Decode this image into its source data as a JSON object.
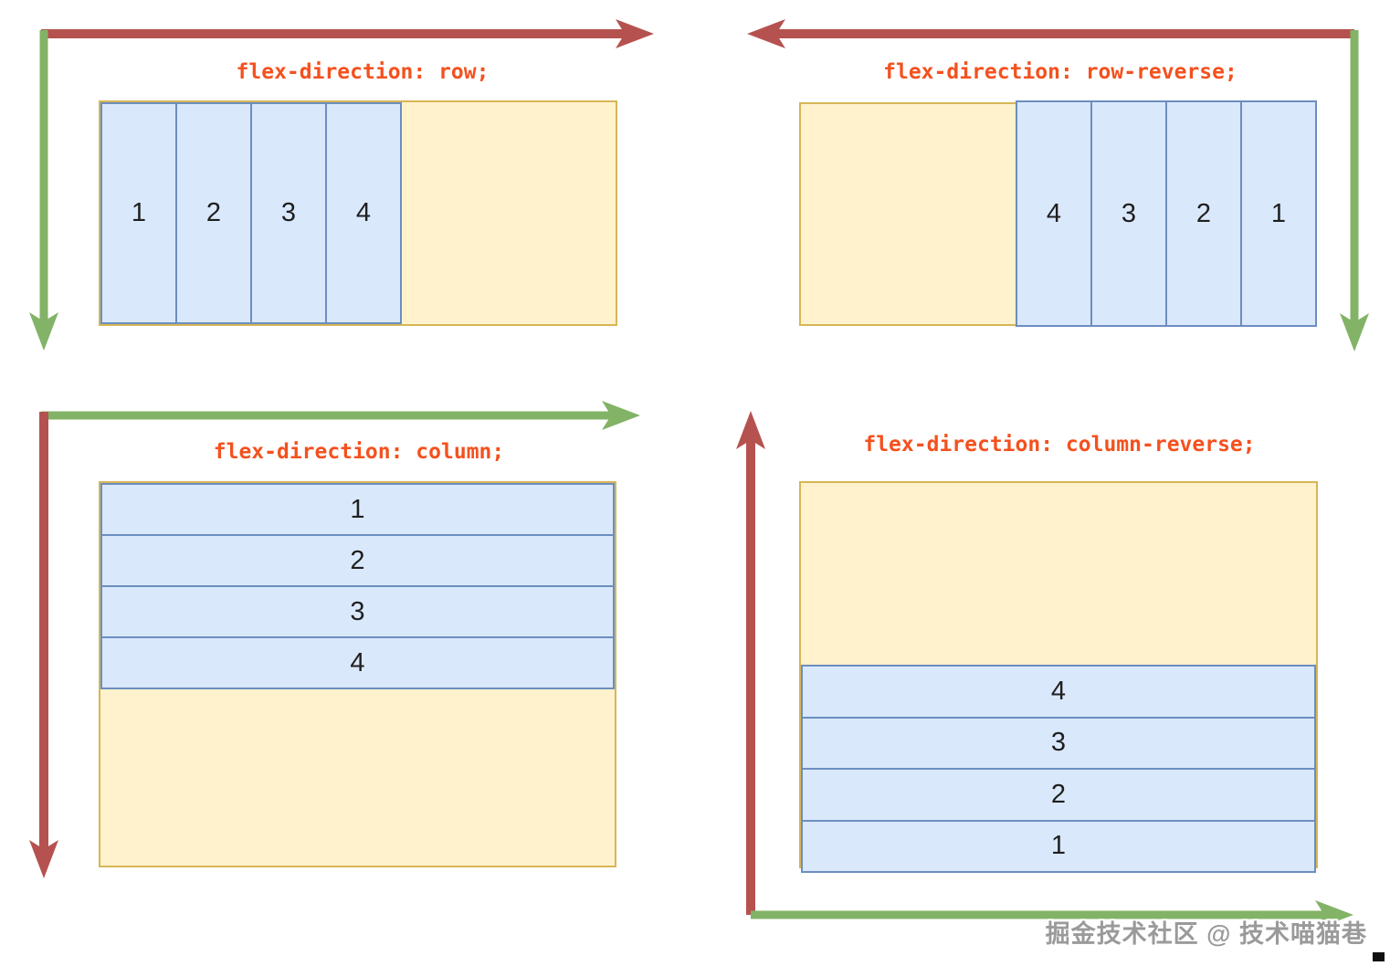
{
  "panels": [
    {
      "name": "row",
      "title": "flex-direction: row;",
      "items": [
        "1",
        "2",
        "3",
        "4"
      ]
    },
    {
      "name": "row-reverse",
      "title": "flex-direction: row-reverse;",
      "items": [
        "4",
        "3",
        "2",
        "1"
      ]
    },
    {
      "name": "column",
      "title": "flex-direction: column;",
      "items": [
        "1",
        "2",
        "3",
        "4"
      ]
    },
    {
      "name": "column-reverse",
      "title": "flex-direction: column-reverse;",
      "items": [
        "4",
        "3",
        "2",
        "1"
      ]
    }
  ],
  "colors": {
    "main_axis_arrow": "#b5524f",
    "cross_axis_arrow": "#82b366",
    "container_fill": "#fff2cc",
    "container_border": "#d6b656",
    "item_fill": "#dae8fc",
    "item_border": "#6c8ebf",
    "title_text": "#f4511e"
  },
  "watermark": {
    "text": "掘金技术社区 @ 技术喵猫巷"
  }
}
